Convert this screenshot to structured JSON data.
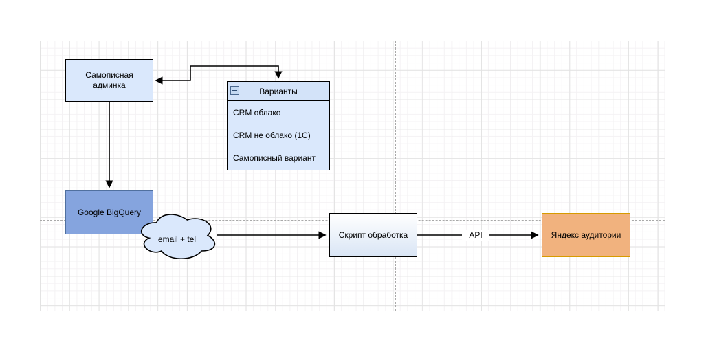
{
  "diagram": {
    "admin_box": {
      "label": "Самописная админка"
    },
    "variants_table": {
      "title": "Варианты",
      "rows": [
        "CRM облако",
        "CRM не облако (1С)",
        "Самописный вариант"
      ]
    },
    "bigquery_box": {
      "label": "Google BigQuery"
    },
    "cloud": {
      "label": "email + tel"
    },
    "script_box": {
      "label": "Скрипт обработка"
    },
    "yandex_box": {
      "label": "Яндекс аудитории"
    },
    "edge_labels": {
      "api": "API"
    },
    "colors": {
      "light_blue_fill": "#dae8fc",
      "blue_fill": "#85a4de",
      "blue_border": "#50709f",
      "orange_fill": "#f1b27e",
      "orange_border": "#d79b00",
      "line_black": "#000000",
      "grid_minor": "#f4f2f4",
      "grid_major": "#e3e3e3",
      "page_separator": "#a9a9a9"
    }
  }
}
